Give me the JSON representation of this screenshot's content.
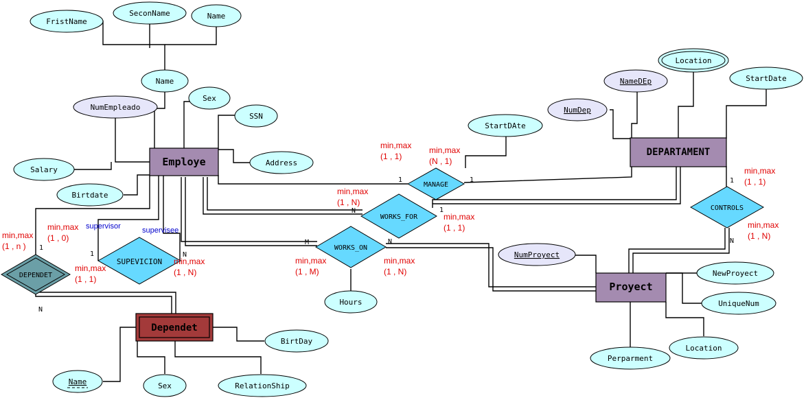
{
  "entities": {
    "employe": "Employe",
    "departament": "DEPARTAMENT",
    "proyect": "Proyect",
    "dependet": "Dependet"
  },
  "relationships": {
    "manage": "MANAGE",
    "works_for": "WORKS_FOR",
    "works_on": "WORKS_ON",
    "controls": "CONTROLS",
    "supevicion": "SUPEVICION",
    "dependet_rel": "DEPENDET"
  },
  "attributes": {
    "fristname": "FristName",
    "seconname": "SeconName",
    "name_sub": "Name",
    "name_emp": "Name",
    "sex_emp": "Sex",
    "numempleado": "NumEmpleado",
    "ssn": "SSN",
    "address": "Address",
    "salary": "Salary",
    "birtdate": "Birtdate",
    "startdate_manage": "StartDAte",
    "namedep_key": "NameDEp",
    "numdep": "NumDep",
    "location_dep": "Location",
    "startdate_dep": "StartDate",
    "numproyect": "NumProyect",
    "newproyect": "NewProyect",
    "uniquenum": "UniqueNum",
    "location_proj": "Location",
    "perparment": "Perparment",
    "hours": "Hours",
    "birtday": "BirtDay",
    "name_dep": "Name",
    "sex_dep": "Sex",
    "relationship": "RelationShip"
  },
  "constraints": {
    "manage_emp_head": "min,max",
    "manage_emp_val": "(1 , 1)",
    "manage_dep_head": "min,max",
    "manage_dep_val": "(N , 1)",
    "worksfor_head": "min,max",
    "worksfor_val": "(1 , N)",
    "worksfor_dep_head": "min,max",
    "worksfor_dep_val": "(1 , 1)",
    "controls_dep_head": "min,max",
    "controls_dep_val": "(1 , 1)",
    "controls_proj_head": "min,max",
    "controls_proj_val": "(1 , N)",
    "workson_emp_head": "min,max",
    "workson_emp_val": "(1 , M)",
    "workson_proj_head": "min,max",
    "workson_proj_val": "(1 , N)",
    "sup_top_head": "min,max",
    "sup_top_val": "(1 , 0)",
    "sup_bot_head": "min,max",
    "sup_bot_val": "(1 , N)",
    "dep_emp_head": "min,max",
    "dep_emp_val": "(1 , n )",
    "dep_dep_head": "min,max",
    "dep_dep_val": "(1 , 1)"
  },
  "roles": {
    "supervisor": "supervisor",
    "supervisee": "supervisee"
  },
  "cardinalities": {
    "manage_left": "1",
    "manage_right": "1",
    "worksfor_left": "N",
    "worksfor_right": "1",
    "controls_top": "1",
    "controls_bottom": "N",
    "workson_left": "M",
    "workson_right": "N",
    "sup_left": "1",
    "sup_right": "N",
    "dep_top": "1",
    "dep_bottom": "N"
  },
  "colors": {
    "attribute_fill": "#ccffff",
    "key_attribute_fill": "#e6e6fa",
    "relationship_fill": "#66d9ff",
    "entity_fill": "#a48bb0",
    "weak_entity_fill": "#a33a3a",
    "weak_rel_fill": "#6b9fa7",
    "constraint_text": "#e00000",
    "role_text": "#0000cc",
    "line": "#000000"
  }
}
